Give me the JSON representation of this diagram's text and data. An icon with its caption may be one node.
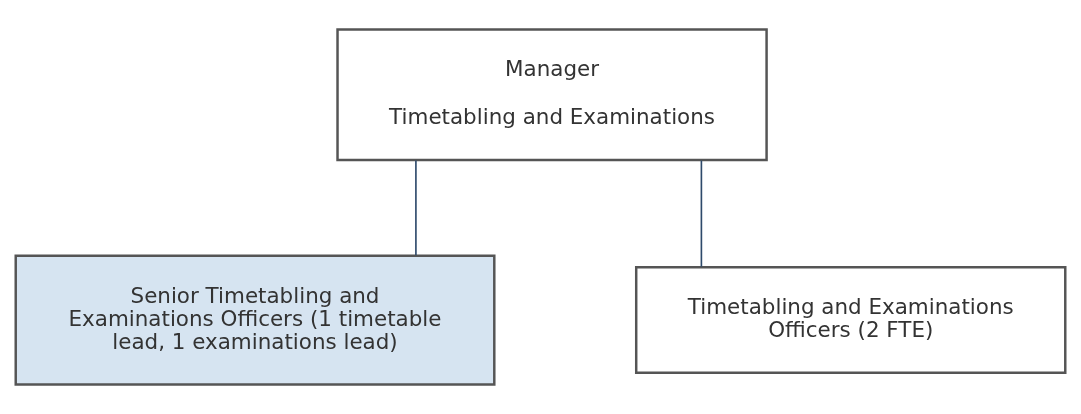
{
  "diagram": {
    "nodes": [
      {
        "text": [
          "Manager",
          "Timetabling and Examinations"
        ]
      },
      {
        "text": [
          "Senior Timetabling and Examinations Officers (1 timetable lead, 1 examinations lead)"
        ]
      },
      {
        "text": [
          "Timetabling and Examinations Officers (2 FTE)"
        ]
      }
    ],
    "edges": [
      {
        "from": 0,
        "to": 1,
        "arrow": "none"
      },
      {
        "from": 0,
        "to": 2,
        "arrow": "none"
      }
    ]
  }
}
